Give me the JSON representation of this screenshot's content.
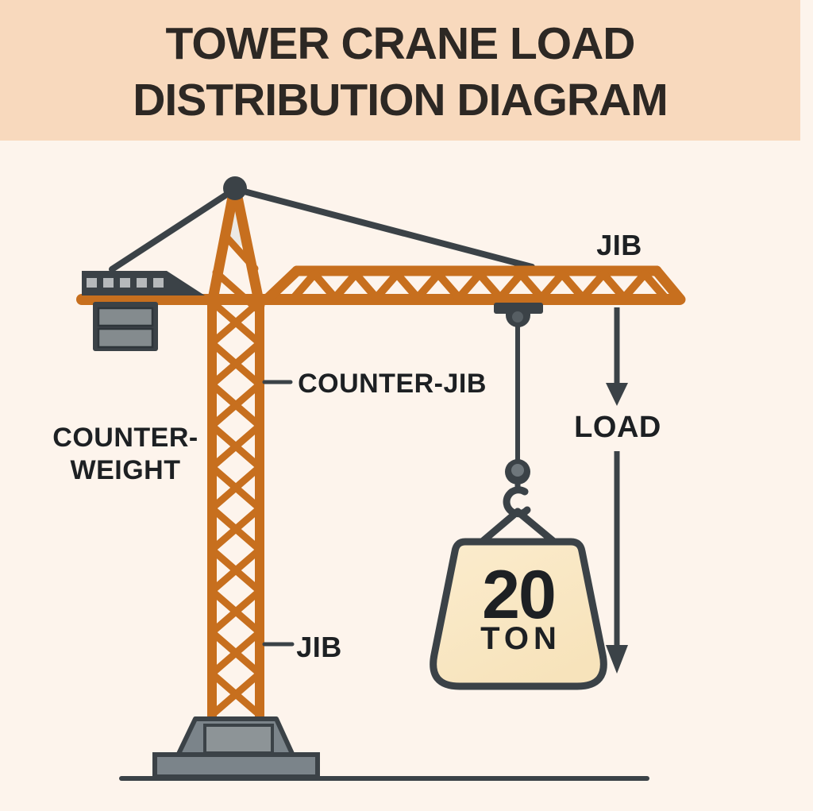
{
  "title": {
    "line1": "TOWER CRANE LOAD",
    "line2": "DISTRIBUTION DIAGRAM"
  },
  "labels": {
    "jib_top": "JIB",
    "counter_jib": "COUNTER-JIB",
    "counter_weight": {
      "line1": "COUNTER-",
      "line2": "WEIGHT"
    },
    "jib_lower": "JIB",
    "load": "LOAD"
  },
  "load_weight": {
    "value": "20",
    "unit": "TON"
  },
  "colors": {
    "bg": "#fdf4ec",
    "band": "#f8d9bd",
    "titleText": "#2d2824",
    "labelText": "#1d2023",
    "orange": "#c76f1e",
    "dark": "#3b4247",
    "windowGray": "#b6b9bb",
    "slabGray": "#848b8e",
    "baseGray": "#7b848a",
    "baseGrayInner": "#8d9497",
    "bagFill": "#f7e3bb",
    "bagFillLight": "#fbeccd",
    "ballInner": "#6e767b"
  }
}
